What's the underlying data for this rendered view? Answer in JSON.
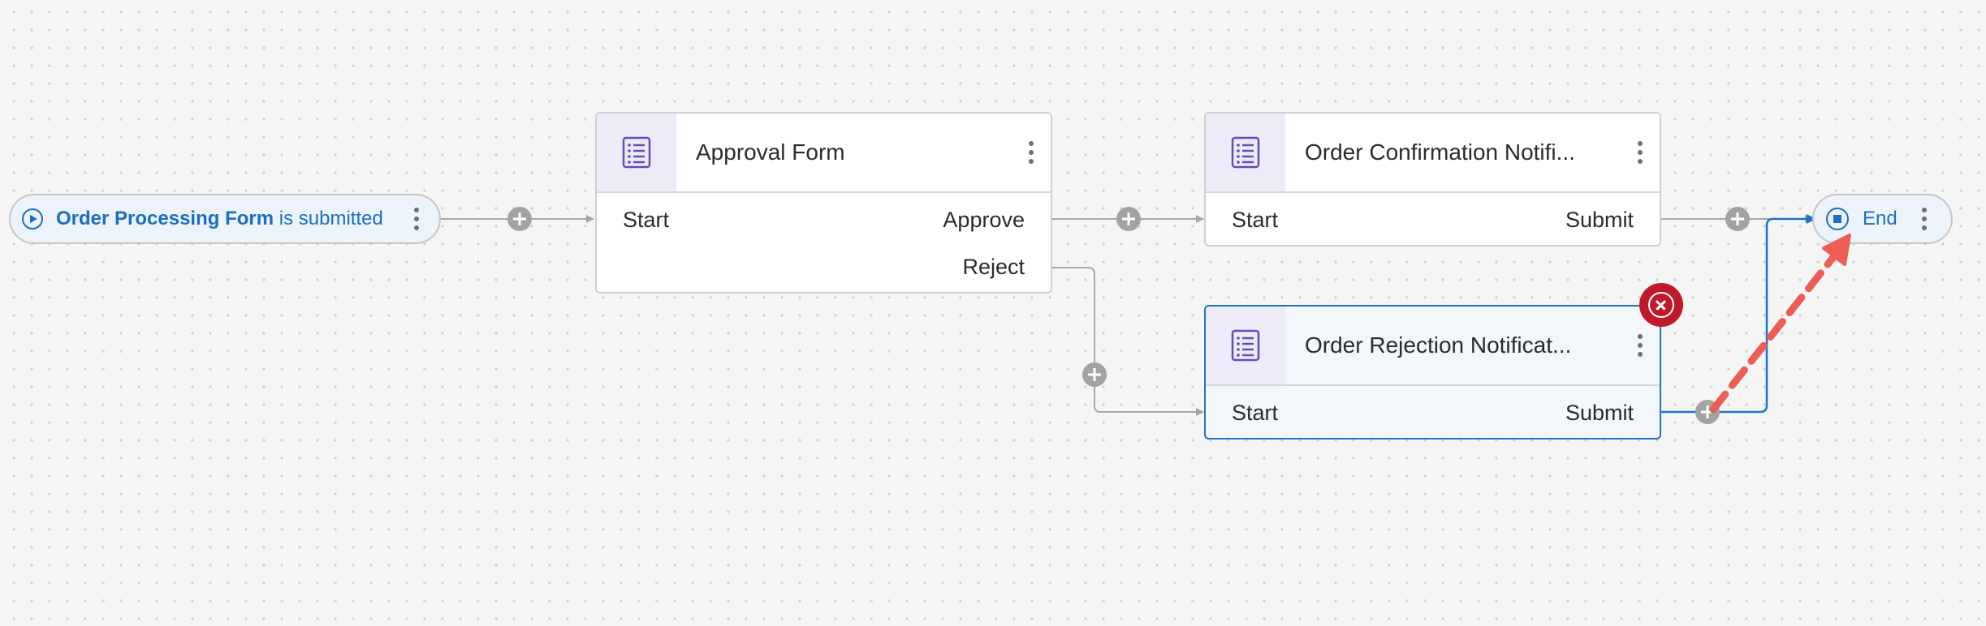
{
  "trigger": {
    "form_name": "Order Processing Form",
    "event_text": "is submitted"
  },
  "nodes": {
    "approval_form": {
      "title": "Approval Form",
      "ports": {
        "start": "Start",
        "approve": "Approve",
        "reject": "Reject"
      }
    },
    "order_confirmation": {
      "title": "Order Confirmation Notifi...",
      "ports": {
        "start": "Start",
        "submit": "Submit"
      }
    },
    "order_rejection": {
      "title": "Order Rejection Notificat...",
      "ports": {
        "start": "Start",
        "submit": "Submit"
      },
      "selected": true
    }
  },
  "end": {
    "label": "End"
  },
  "icons": {
    "trigger": "play-circle-icon",
    "form": "form-list-icon",
    "end": "stop-circle-icon",
    "menu": "kebab-menu-icon",
    "add": "add-step-icon",
    "delete": "delete-node-icon"
  },
  "colors": {
    "accent": "#1b6fc0",
    "connector": "#a8a8a8",
    "selected_border": "#1f74c7",
    "icon_box": "#ecebf7",
    "delete_badge": "#c0192c",
    "annotation_arrow": "#ec5e55"
  }
}
